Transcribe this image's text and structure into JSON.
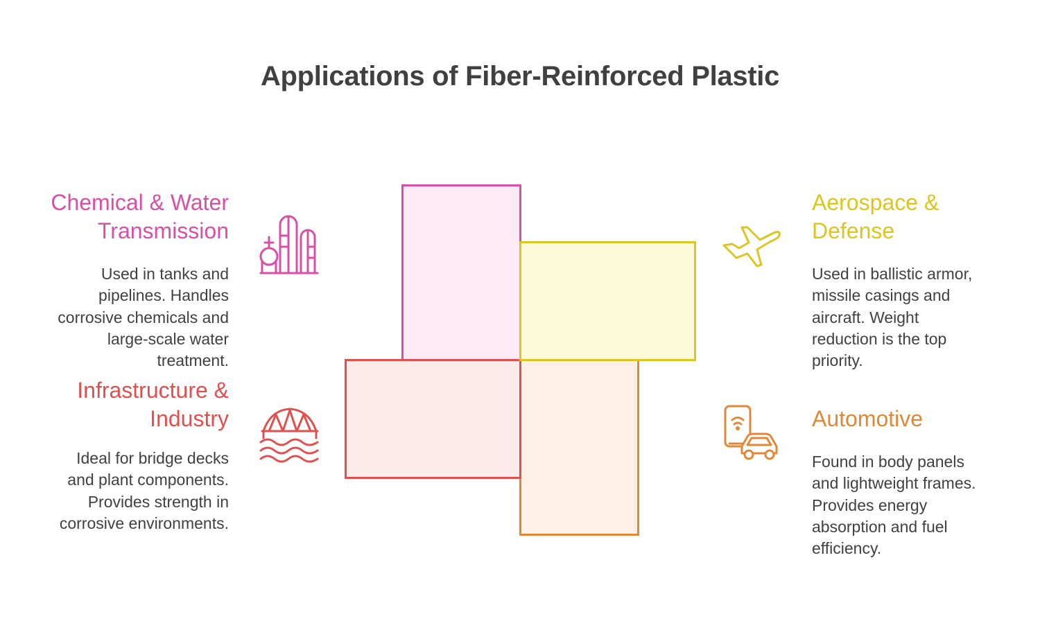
{
  "title": "Applications of Fiber-Reinforced Plastic",
  "sections": {
    "chemical": {
      "heading": [
        "Chemical & Water",
        "Transmission"
      ],
      "description": [
        "Used in tanks and",
        "pipelines. Handles",
        "corrosive chemicals and",
        "large-scale water",
        "treatment."
      ],
      "color": "#d94fa6",
      "fill": "#fdeaf5",
      "icon": "industrial-plant-icon"
    },
    "aerospace": {
      "heading": [
        "Aerospace &",
        "Defense"
      ],
      "description": [
        "Used in ballistic armor,",
        "missile casings and",
        "aircraft. Weight",
        "reduction is the top",
        "priority."
      ],
      "color": "#dcc521",
      "fill": "#fdfadc",
      "icon": "airplane-icon"
    },
    "infrastructure": {
      "heading": [
        "Infrastructure &",
        "Industry"
      ],
      "description": [
        "Ideal for bridge decks",
        "and plant components.",
        "Provides strength in",
        "corrosive environments."
      ],
      "color": "#e0504e",
      "fill": "#fdeaea",
      "icon": "bridge-icon"
    },
    "automotive": {
      "heading": [
        "Automotive"
      ],
      "description": [
        "Found in body panels",
        "and lightweight frames.",
        "Provides energy",
        "absorption and fuel",
        "efficiency."
      ],
      "color": "#e08838",
      "fill": "#fdf0e6",
      "icon": "connected-car-icon"
    }
  }
}
